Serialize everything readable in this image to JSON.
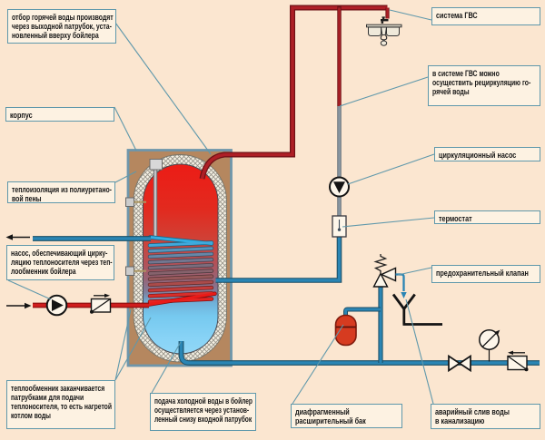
{
  "colors": {
    "background": "#fbe6d0",
    "label_background": "#fdf2e2",
    "label_border": "#5f98ab",
    "hot_water_pipe": "#ae1f26",
    "boiler_supply_pipe": "#cf1d1d",
    "cold_water_pipe": "#2a85b4",
    "casing_brown": "#b5875f",
    "tank_top_hot": "#e51d1a",
    "tank_bottom_cold": "#8fd5f5",
    "expansion_tank_red": "#d63b20",
    "symbol_black": "#141414"
  },
  "labels": {
    "hot_water_offtake": [
      "отбор горячей воды производят",
      "через выходной патрубок, уста-",
      "новленный вверху бойлера"
    ],
    "casing": [
      "корпус"
    ],
    "insulation": [
      "теплоизоляция из полиуретано-",
      "вой пены"
    ],
    "boiler_pump": [
      "насос, обеспечивающий цирку-",
      "ляцию теплоносителя через теп-",
      "лообменник бойлера"
    ],
    "heat_exchanger": [
      "теплообменник заканчивается",
      "патрубками для подачи",
      "теплоносителя, то есть нагретой",
      "котлом воды"
    ],
    "cold_water_inlet": [
      "подача холодной воды в бойлер",
      "осуществляется через установ-",
      "ленный снизу входной патрубок"
    ],
    "expansion_tank": [
      "диафрагменный",
      "расширительный бак"
    ],
    "emergency_drain": [
      "аварийный слив воды",
      "в канализацию"
    ],
    "dhw_system": [
      "система ГВС"
    ],
    "dhw_recirculation": [
      "в системе ГВС можно",
      "осуществить рециркуляцию го-",
      "рячей воды"
    ],
    "circulation_pump": [
      "циркуляционный насос"
    ],
    "thermostat": [
      "термостат"
    ],
    "safety_valve": [
      "предохранительный клапан"
    ]
  },
  "symbols": [
    "storage-tank",
    "heat-exchanger-coil",
    "insulation-hatch",
    "kitchen-sink",
    "tap",
    "circulation-pump",
    "thermostat",
    "safety-valve-with-spring",
    "drain-funnel",
    "diaphragm-expansion-tank",
    "pressure-gauge",
    "shutoff-valve",
    "check-valve",
    "boiler-pump",
    "flow-arrow-in",
    "flow-arrow-out"
  ]
}
